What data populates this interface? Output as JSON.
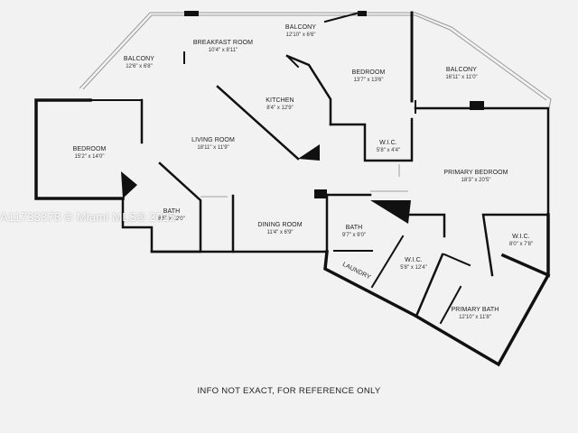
{
  "rooms": {
    "balcony_left": {
      "name": "BALCONY",
      "dims": "12'6\" x 6'8\""
    },
    "breakfast_room": {
      "name": "BREAKFAST ROOM",
      "dims": "10'4\" x 8'11\""
    },
    "balcony_top": {
      "name": "BALCONY",
      "dims": "12'10\" x 6'6\""
    },
    "bedroom_top": {
      "name": "BEDROOM",
      "dims": "13'7\" x 13'6\""
    },
    "balcony_right": {
      "name": "BALCONY",
      "dims": "16'11\" x 11'0\""
    },
    "kitchen": {
      "name": "KITCHEN",
      "dims": "8'4\" x 12'9\""
    },
    "bedroom_left": {
      "name": "BEDROOM",
      "dims": "15'2\" x 14'0\""
    },
    "living_room": {
      "name": "LIVING ROOM",
      "dims": "18'11\" x 11'9\""
    },
    "wic_small": {
      "name": "W.I.C.",
      "dims": "5'8\" x 4'4\""
    },
    "primary_bedroom": {
      "name": "PRIMARY BEDROOM",
      "dims": "18'3\" x 20'5\""
    },
    "bath_left": {
      "name": "BATH",
      "dims": "8'5\" x 12'0\""
    },
    "dining_room": {
      "name": "DINING ROOM",
      "dims": "11'4\" x 6'9\""
    },
    "bath_mid": {
      "name": "BATH",
      "dims": "9'7\" x 9'0\""
    },
    "wic_mid": {
      "name": "W.I.C.",
      "dims": "5'8\" x 12'4\""
    },
    "wic_right": {
      "name": "W.I.C.",
      "dims": "8'0\" x 7'8\""
    },
    "laundry": {
      "name": "LAUNDRY",
      "dims": ""
    },
    "primary_bath": {
      "name": "PRIMARY BATH",
      "dims": "12'10\" x 11'8\""
    }
  },
  "footer": "INFO NOT EXACT, FOR REFERENCE ONLY",
  "watermark": "A11733378 © Miami MLS® 2025",
  "colors": {
    "wall": "#111111",
    "background": "#f2f2f2",
    "balcony_rail": "#9a9a9a"
  }
}
